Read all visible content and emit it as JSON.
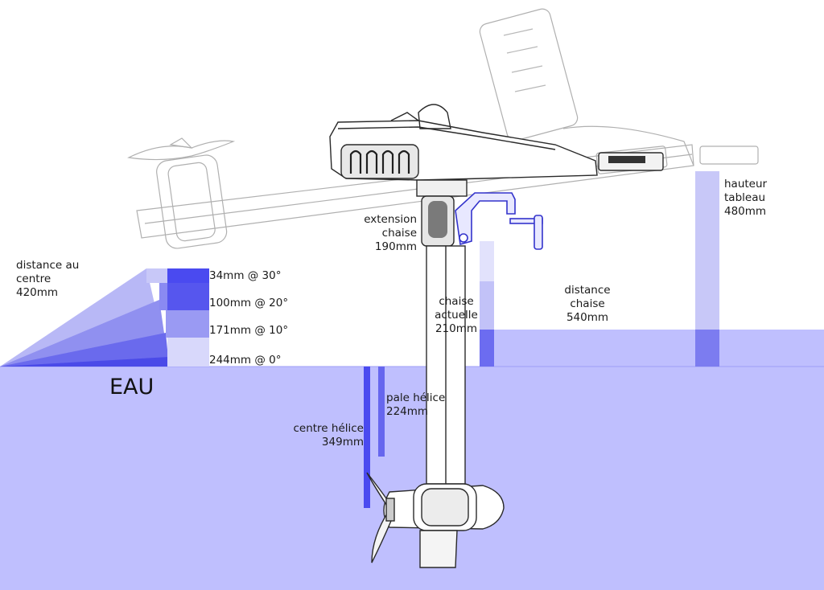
{
  "water_label": "EAU",
  "tilt": {
    "title": "distance au\ncentre\n420mm",
    "levels": [
      {
        "text": "34mm @ 30°"
      },
      {
        "text": "100mm @ 20°"
      },
      {
        "text": "171mm @ 10°"
      },
      {
        "text": "244mm @ 0°"
      }
    ]
  },
  "labels": {
    "extension": "extension\nchaise\n190mm",
    "chaise_actuelle": "chaise\nactuelle\n210mm",
    "distance_chaise": "distance\nchaise\n540mm",
    "hauteur_tableau": "hauteur\ntableau\n480mm",
    "pale_helice": "pale hélice\n224mm",
    "centre_helice": "centre hélice\n349mm"
  },
  "colors": {
    "water": "#bfbffe",
    "accent_dark": "#4a4af5",
    "accent_mid": "#7c7cf0",
    "accent_light": "#c8c8f8",
    "line": "#3c3c3c"
  }
}
